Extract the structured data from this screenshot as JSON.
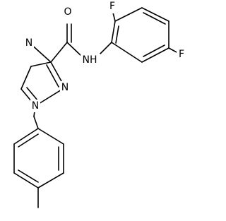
{
  "molecule": {
    "atoms": {
      "O": "O",
      "NH": "NH",
      "F_top": "F",
      "F_right": "F",
      "N_ring_top": "N",
      "N_ring_bottom": "N",
      "N_ring_sub": "N"
    }
  }
}
